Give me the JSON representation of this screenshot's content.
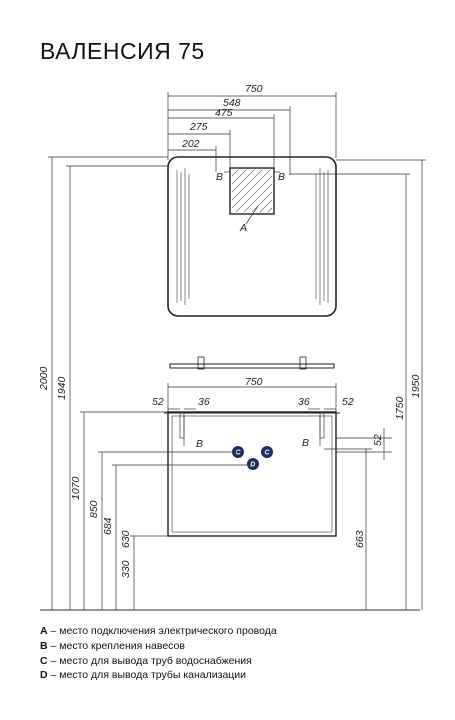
{
  "title": "ВАЛЕНСИЯ 75",
  "mirror": {
    "dims": {
      "w750": "750",
      "w548": "548",
      "w475": "475",
      "w275": "275",
      "w202": "202"
    },
    "marker_a": "A",
    "marker_b": "B"
  },
  "cabinet": {
    "dims": {
      "w750": "750",
      "left52": "52",
      "left36": "36",
      "right36": "36",
      "right52": "52",
      "side52": "52",
      "h663": "663",
      "h330": "330",
      "h630": "630",
      "h684": "684",
      "h850": "850",
      "h1070": "1070",
      "h1940": "1940",
      "h2000": "2000",
      "h1950": "1950",
      "h1750": "1750"
    },
    "marker_b": "B",
    "marker_c": "C",
    "marker_d": "D"
  },
  "legend": [
    {
      "key": "A",
      "text": " – место подключения электрического провода"
    },
    {
      "key": "B",
      "text": " – место крепления навесов"
    },
    {
      "key": "C",
      "text": " – место для вывода труб водоснабжения"
    },
    {
      "key": "D",
      "text": " – место для вывода трубы канализации"
    }
  ]
}
